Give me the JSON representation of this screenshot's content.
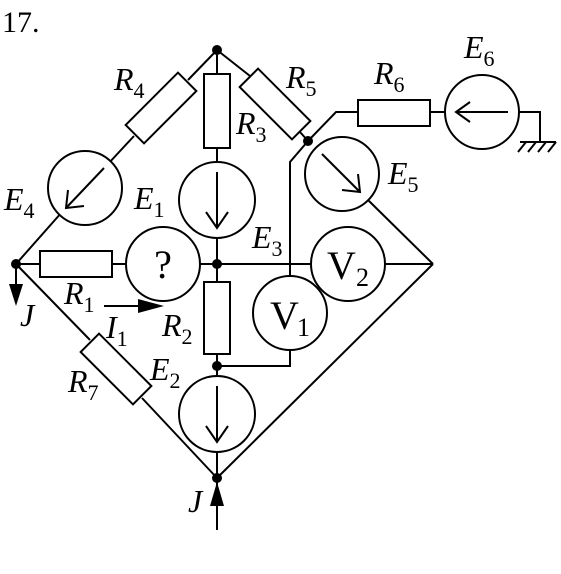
{
  "problem_number": "17.",
  "labels": {
    "R1": {
      "letter": "R",
      "sub": "1"
    },
    "R2": {
      "letter": "R",
      "sub": "2"
    },
    "R3": {
      "letter": "R",
      "sub": "3"
    },
    "R4": {
      "letter": "R",
      "sub": "4"
    },
    "R5": {
      "letter": "R",
      "sub": "5"
    },
    "R6": {
      "letter": "R",
      "sub": "6"
    },
    "R7": {
      "letter": "R",
      "sub": "7"
    },
    "E1": {
      "letter": "E",
      "sub": "1"
    },
    "E2": {
      "letter": "E",
      "sub": "2"
    },
    "E3": {
      "letter": "E",
      "sub": "3"
    },
    "E4": {
      "letter": "E",
      "sub": "4"
    },
    "E5": {
      "letter": "E",
      "sub": "5"
    },
    "E6": {
      "letter": "E",
      "sub": "6"
    },
    "I1": {
      "letter": "I",
      "sub": "1"
    },
    "J_left": {
      "letter": "J"
    },
    "J_bottom": {
      "letter": "J"
    }
  },
  "meters": {
    "unknown": "?",
    "V1": {
      "letter": "V",
      "sub": "1"
    },
    "V2": {
      "letter": "V",
      "sub": "2"
    }
  }
}
